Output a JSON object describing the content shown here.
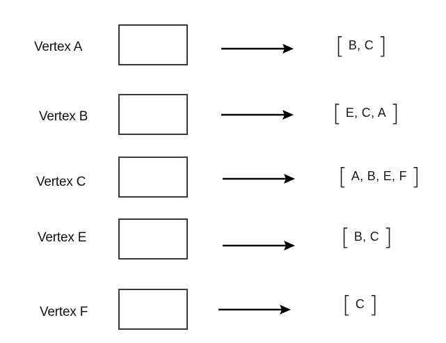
{
  "vertices": [
    {
      "label": "Vertex A",
      "adjacent": "B, C"
    },
    {
      "label": "Vertex B",
      "adjacent": "E, C, A"
    },
    {
      "label": "Vertex C",
      "adjacent": "A, B, E, F"
    },
    {
      "label": "Vertex E",
      "adjacent": "B, C"
    },
    {
      "label": "Vertex F",
      "adjacent": "C"
    }
  ],
  "colors": {
    "line": "#3a3a3a",
    "arrow": "#000000",
    "text": "#111111"
  }
}
